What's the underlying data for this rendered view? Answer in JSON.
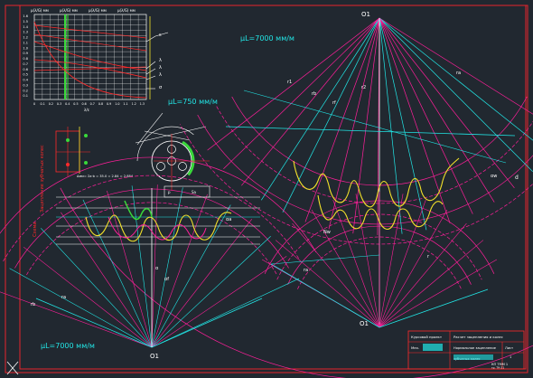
{
  "colors": {
    "background": "#212830",
    "frame": "#e8252c",
    "cyan": "#22e6e6",
    "magenta": "#ff1f9a",
    "yellow": "#f2e12a",
    "white": "#ffffff",
    "green": "#39d93a",
    "red": "#ff2a2a"
  },
  "graph": {
    "top_labels": [
      "μ(λ/G) мм",
      "μ(λ/G) мм",
      "μ(λ/G) мм",
      "μ(λ/G) мм"
    ],
    "y_ticks": [
      "1.6",
      "1.5",
      "1.4",
      "1.3",
      "1.2",
      "1.1",
      "1.0",
      "0.9",
      "0.8",
      "0.7",
      "0.6",
      "0.5",
      "0.4",
      "0.3",
      "0.2",
      "0.1"
    ],
    "x_ticks": [
      "0",
      "0.1",
      "0.2",
      "0.3",
      "0.4",
      "0.5",
      "0.6",
      "0.7",
      "0.8",
      "0.9",
      "1.0",
      "1.1",
      "1.2",
      "1.3"
    ],
    "x_label": "λ/ε",
    "curve_labels": [
      "ε",
      "λ",
      "λ",
      "λ",
      "σ"
    ]
  },
  "scales": {
    "large_wheel": "μL=7000 мм/м",
    "mechanism": "μL=750 мм/м",
    "bottom_left": "μL=7000 мм/м"
  },
  "formula": "Δмм=  Σa·b  = 35.0 = 2.84 = 2.884",
  "labels": {
    "o1_top": "О1",
    "o1_bottom_right": "О1",
    "o1_bottom_left": "О1",
    "o_right": "d",
    "rw": "ra",
    "r_labels": [
      "r1",
      "rb",
      "rf",
      "r2",
      "r",
      "ra",
      "rb"
    ],
    "rotated_axis_left": "Зацепление зубчатых колес",
    "rotated_axis_left2": "Схема",
    "alpha_labels": [
      "αw",
      "α",
      "αa",
      "αf"
    ],
    "nw": "Nw",
    "pitch_labels": [
      "p",
      "Sa"
    ]
  },
  "stamp": {
    "title_left": "Курсовой проект",
    "title_right": "Расчет зацепления и колес",
    "row2_left": "Мех.",
    "row2_right": "Нормальное зацепление",
    "row3_right": "зубчатых колес",
    "sheet": "Лист",
    "sheets": "1",
    "doc": "КП ТММ 1",
    "group": "гр. ТК-21"
  }
}
